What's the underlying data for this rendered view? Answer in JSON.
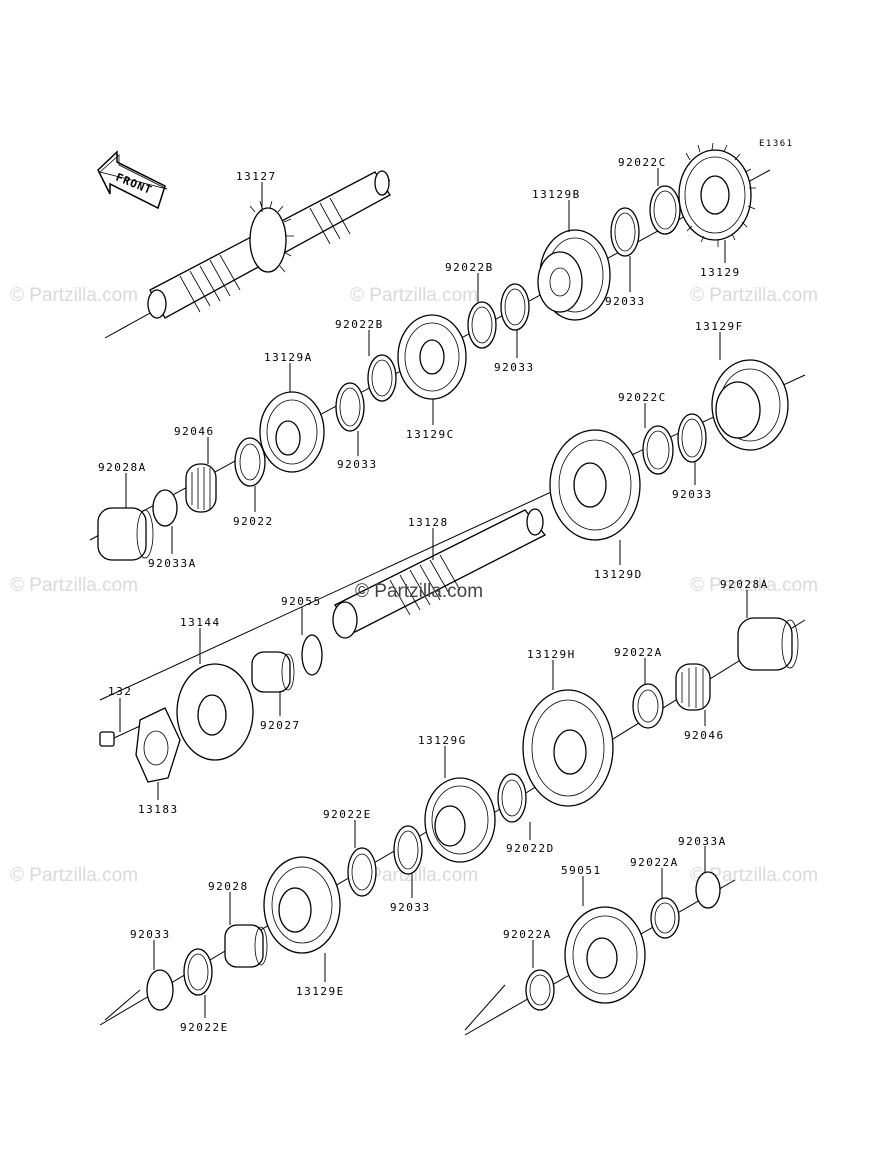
{
  "diagram_code": "E1361",
  "front_label": "FRONT",
  "watermark": "© Partzilla.com",
  "parts": [
    {
      "id": "p-13127",
      "label": "13127",
      "kind": "shaft"
    },
    {
      "id": "p-92022c-1",
      "label": "92022C",
      "kind": "ring"
    },
    {
      "id": "p-13129",
      "label": "13129",
      "kind": "gear"
    },
    {
      "id": "p-13129b",
      "label": "13129B",
      "kind": "gear"
    },
    {
      "id": "p-92033-1",
      "label": "92033",
      "kind": "ring"
    },
    {
      "id": "p-92022b-1",
      "label": "92022B",
      "kind": "ring"
    },
    {
      "id": "p-92033-2",
      "label": "92033",
      "kind": "ring"
    },
    {
      "id": "p-92022b-2",
      "label": "92022B",
      "kind": "ring"
    },
    {
      "id": "p-13129a",
      "label": "13129A",
      "kind": "gear"
    },
    {
      "id": "p-13129c",
      "label": "13129C",
      "kind": "gear"
    },
    {
      "id": "p-92033-3",
      "label": "92033",
      "kind": "ring"
    },
    {
      "id": "p-13129f",
      "label": "13129F",
      "kind": "gear"
    },
    {
      "id": "p-92022c-2",
      "label": "92022C",
      "kind": "ring"
    },
    {
      "id": "p-92033-4",
      "label": "92033",
      "kind": "ring"
    },
    {
      "id": "p-92046-1",
      "label": "92046",
      "kind": "bearing"
    },
    {
      "id": "p-92022-1",
      "label": "92022",
      "kind": "ring"
    },
    {
      "id": "p-92028a-1",
      "label": "92028A",
      "kind": "bushing"
    },
    {
      "id": "p-92033a-1",
      "label": "92033A",
      "kind": "ring"
    },
    {
      "id": "p-13128",
      "label": "13128",
      "kind": "shaft"
    },
    {
      "id": "p-13129d",
      "label": "13129D",
      "kind": "gear"
    },
    {
      "id": "p-92055",
      "label": "92055",
      "kind": "ring"
    },
    {
      "id": "p-92028a-2",
      "label": "92028A",
      "kind": "bushing"
    },
    {
      "id": "p-13144",
      "label": "13144",
      "kind": "sprocket"
    },
    {
      "id": "p-92027",
      "label": "92027",
      "kind": "collar"
    },
    {
      "id": "p-13129h",
      "label": "13129H",
      "kind": "gear"
    },
    {
      "id": "p-92022a-1",
      "label": "92022A",
      "kind": "ring"
    },
    {
      "id": "p-92046-2",
      "label": "92046",
      "kind": "bearing"
    },
    {
      "id": "p-132",
      "label": "132",
      "kind": "bolt"
    },
    {
      "id": "p-13183",
      "label": "13183",
      "kind": "plate"
    },
    {
      "id": "p-13129g",
      "label": "13129G",
      "kind": "gear"
    },
    {
      "id": "p-92022d",
      "label": "92022D",
      "kind": "ring"
    },
    {
      "id": "p-92022e-1",
      "label": "92022E",
      "kind": "ring"
    },
    {
      "id": "p-92033-5",
      "label": "92033",
      "kind": "ring"
    },
    {
      "id": "p-59051",
      "label": "59051",
      "kind": "gear"
    },
    {
      "id": "p-92033a-2",
      "label": "92033A",
      "kind": "ring"
    },
    {
      "id": "p-92022a-2",
      "label": "92022A",
      "kind": "ring"
    },
    {
      "id": "p-92028",
      "label": "92028",
      "kind": "bushing"
    },
    {
      "id": "p-13129e",
      "label": "13129E",
      "kind": "gear"
    },
    {
      "id": "p-92033-6",
      "label": "92033",
      "kind": "ring"
    },
    {
      "id": "p-92022e-2",
      "label": "92022E",
      "kind": "ring"
    },
    {
      "id": "p-92022a-3",
      "label": "92022A",
      "kind": "ring"
    }
  ]
}
